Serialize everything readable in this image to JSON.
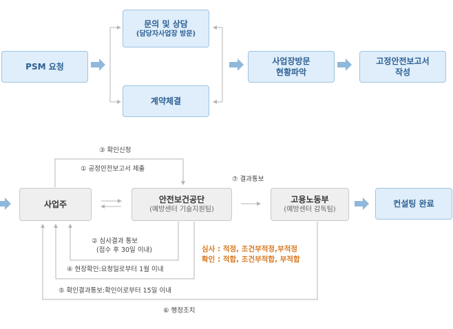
{
  "top": {
    "psm_request": "PSM 요청",
    "inquiry": {
      "line1": "문의 및 상담",
      "line2": "(담당자사업장 방문)"
    },
    "contract": "계약체결",
    "site_visit": {
      "line1": "사업장방문",
      "line2": "현황파악"
    },
    "report": {
      "line1": "고정안전보고서",
      "line2": "작성"
    }
  },
  "bottom": {
    "employer": "사업주",
    "kosha": {
      "line1": "안전보건공단",
      "line2": "(예방센터 기술지원팀)"
    },
    "ministry": {
      "line1": "고용노동부",
      "line2": "(예방센터 감독팀)"
    },
    "complete": "컨설팅 완료"
  },
  "steps": {
    "s1": "① 공정안전보고서 제출",
    "s2_line1": "② 심사결과 통보",
    "s2_line2": "(접수 후 30일 이내)",
    "s3": "③ 확인신청",
    "s4": "④ 현장확인:요청일로부터 1월 이내",
    "s5": "⑤ 확인결과통보:확인이로부터 15일 이내",
    "s6": "⑥ 행정조치",
    "s7": "⑦ 결과통보"
  },
  "notes": {
    "review": "심사 : 적정, 조건부적정,부적정",
    "confirm": "확인 : 적합, 조건부적합, 부적합"
  },
  "colors": {
    "arrow_blue": "#8fb8db",
    "line_gray": "#b5b5b5",
    "note_orange": "#d9791f"
  }
}
